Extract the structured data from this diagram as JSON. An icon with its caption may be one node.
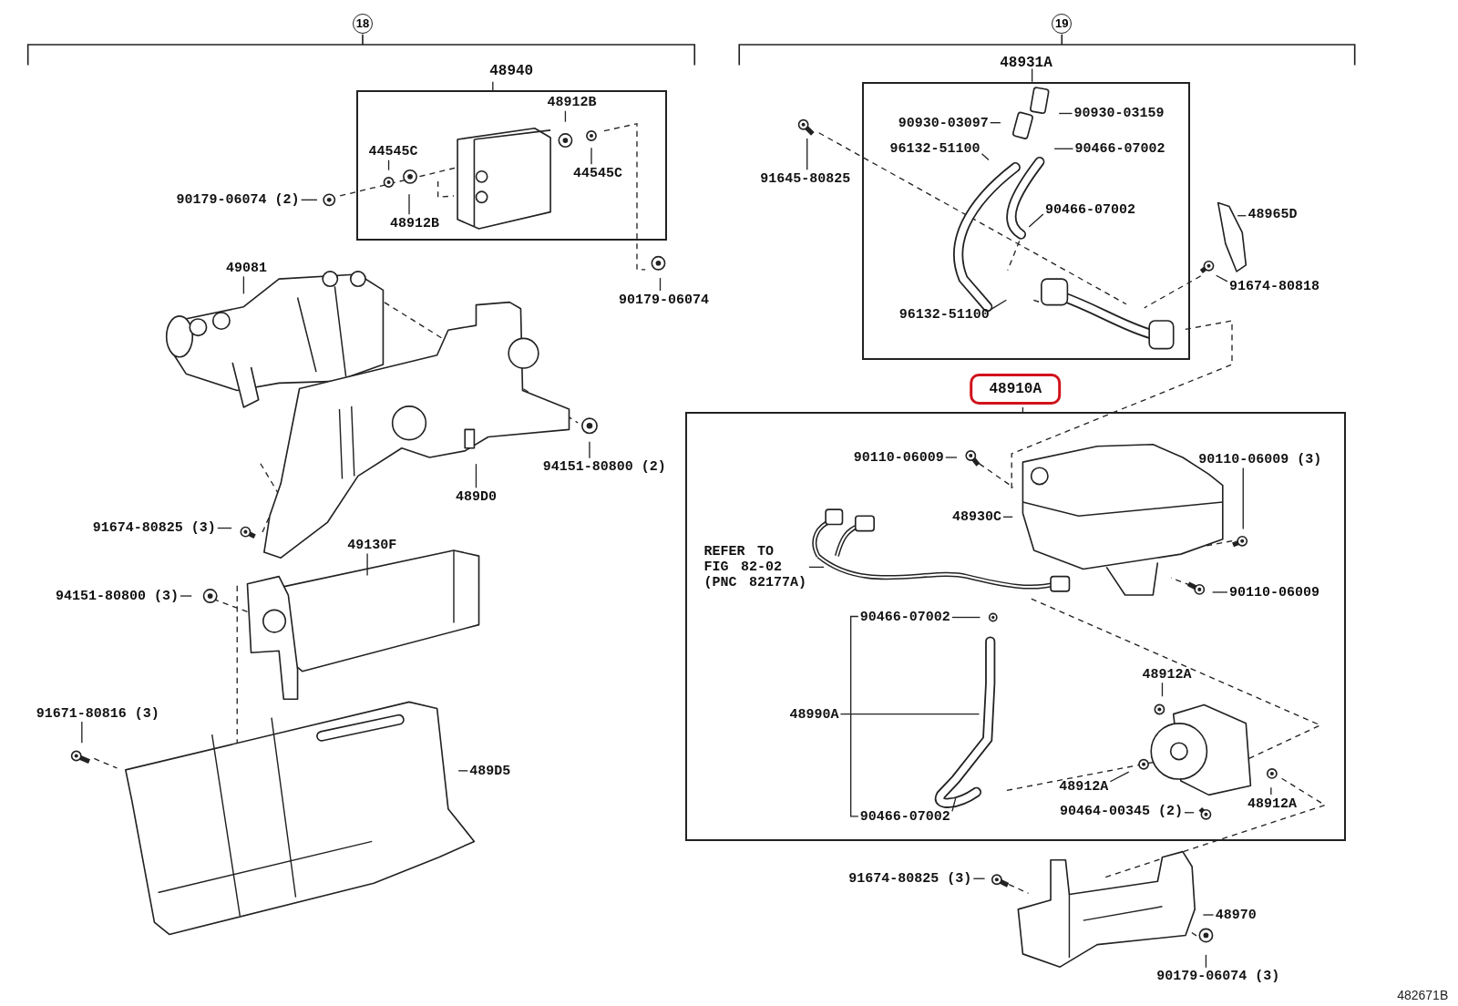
{
  "diagram": {
    "nodes": [
      {
        "text": [
          "48940"
        ]
      },
      {
        "text": [
          "48912B"
        ],
        "in": 0
      },
      {
        "text": [
          "44545C"
        ],
        "in": 0
      },
      {
        "text": [
          "44545C"
        ],
        "in": 0
      },
      {
        "text": [
          "48912B"
        ],
        "in": 0
      },
      {
        "text": [
          "90179-06074 (2)"
        ]
      },
      {
        "text": [
          "49081"
        ]
      },
      {
        "text": [
          "90179-06074"
        ]
      },
      {
        "text": [
          "94151-80800 (2)"
        ]
      },
      {
        "text": [
          "489D0"
        ]
      },
      {
        "text": [
          "91674-80825 (3)"
        ]
      },
      {
        "text": [
          "49130F"
        ]
      },
      {
        "text": [
          "94151-80800 (3)"
        ]
      },
      {
        "text": [
          "91671-80816 (3)"
        ]
      },
      {
        "text": [
          "489D5"
        ]
      },
      {
        "text": [
          "48931A"
        ]
      },
      {
        "text": [
          "90930-03097"
        ],
        "in": 15
      },
      {
        "text": [
          "90930-03159"
        ],
        "in": 15
      },
      {
        "text": [
          "96132-51100"
        ],
        "in": 15
      },
      {
        "text": [
          "90466-07002"
        ],
        "in": 15
      },
      {
        "text": [
          "90466-07002"
        ],
        "in": 15
      },
      {
        "text": [
          "96132-51100"
        ],
        "in": 15
      },
      {
        "text": [
          "91645-80825"
        ]
      },
      {
        "text": [
          "48965D"
        ]
      },
      {
        "text": [
          "91674-80818"
        ]
      },
      {
        "text": [
          "48910A"
        ]
      },
      {
        "text": [
          "90110-06009"
        ],
        "in": 25
      },
      {
        "text": [
          "90110-06009 (3)"
        ],
        "in": 25
      },
      {
        "text": [
          "48930C"
        ],
        "in": 25
      },
      {
        "text": [
          "REFER TO FIG 82-02 (PNC 82177A)"
        ],
        "in": 25
      },
      {
        "text": [
          "90110-06009"
        ],
        "in": 25
      },
      {
        "text": [
          "90466-07002"
        ],
        "in": 25
      },
      {
        "text": [
          "48990A"
        ],
        "in": 25
      },
      {
        "text": [
          "48912A"
        ],
        "in": 25
      },
      {
        "text": [
          "48912A"
        ],
        "in": 25
      },
      {
        "text": [
          "90464-00345 (2)"
        ],
        "in": 25
      },
      {
        "text": [
          "48912A"
        ],
        "in": 25
      },
      {
        "text": [
          "90466-07002"
        ],
        "in": 25
      },
      {
        "text": [
          "91674-80825 (3)"
        ]
      },
      {
        "text": [
          "48970"
        ]
      },
      {
        "text": [
          "90179-06074 (3)"
        ]
      }
    ],
    "edges": [
      {
        "from": 1,
        "to": null,
        "arrow": "none"
      },
      {
        "from": 2,
        "to": null,
        "arrow": "none"
      },
      {
        "from": 3,
        "to": null,
        "arrow": "none"
      },
      {
        "from": 4,
        "to": null,
        "arrow": "none"
      },
      {
        "from": 5,
        "to": null,
        "arrow": "none"
      },
      {
        "from": 6,
        "to": null,
        "arrow": "none"
      },
      {
        "from": 7,
        "to": null,
        "arrow": "none"
      },
      {
        "from": 8,
        "to": null,
        "arrow": "none"
      },
      {
        "from": 9,
        "to": null,
        "arrow": "none"
      },
      {
        "from": 10,
        "to": null,
        "arrow": "none"
      },
      {
        "from": 11,
        "to": null,
        "arrow": "none"
      },
      {
        "from": 12,
        "to": null,
        "arrow": "none"
      },
      {
        "from": 13,
        "to": null,
        "arrow": "none"
      },
      {
        "from": 14,
        "to": null,
        "arrow": "none"
      },
      {
        "from": 16,
        "to": null,
        "arrow": "none"
      },
      {
        "from": 17,
        "to": null,
        "arrow": "none"
      },
      {
        "from": 18,
        "to": null,
        "arrow": "none"
      },
      {
        "from": 19,
        "to": null,
        "arrow": "none"
      },
      {
        "from": 20,
        "to": null,
        "arrow": "none"
      },
      {
        "from": 21,
        "to": null,
        "arrow": "none"
      },
      {
        "from": 22,
        "to": null,
        "arrow": "none"
      },
      {
        "from": 23,
        "to": null,
        "arrow": "none"
      },
      {
        "from": 24,
        "to": null,
        "arrow": "none"
      },
      {
        "from": 26,
        "to": null,
        "arrow": "none"
      },
      {
        "from": 27,
        "to": null,
        "arrow": "none"
      },
      {
        "from": 28,
        "to": null,
        "arrow": "none"
      },
      {
        "from": 29,
        "to": null,
        "arrow": "none"
      },
      {
        "from": 30,
        "to": null,
        "arrow": "none"
      },
      {
        "from": 31,
        "to": null,
        "arrow": "none"
      },
      {
        "from": 32,
        "to": null,
        "arrow": "none"
      },
      {
        "from": 33,
        "to": null,
        "arrow": "none"
      },
      {
        "from": 34,
        "to": null,
        "arrow": "none"
      },
      {
        "from": 35,
        "to": null,
        "arrow": "none"
      },
      {
        "from": 36,
        "to": null,
        "arrow": "none"
      },
      {
        "from": 37,
        "to": null,
        "arrow": "none"
      },
      {
        "from": 38,
        "to": null,
        "arrow": "none"
      },
      {
        "from": 39,
        "to": null,
        "arrow": "none"
      },
      {
        "from": 40,
        "to": null,
        "arrow": "none"
      },
      {
        "from": 31,
        "to": 37,
        "arrow": "none"
      }
    ],
    "labels": [
      "18",
      "19",
      "482671B"
    ]
  }
}
